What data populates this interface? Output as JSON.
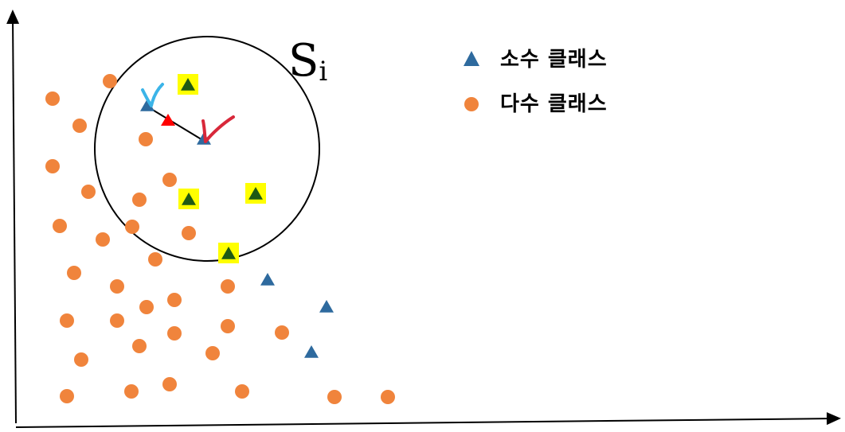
{
  "diagram": {
    "neighborhood_label": "S",
    "neighborhood_label_sub": "i"
  },
  "legend": {
    "items": [
      {
        "label": "소수 클래스",
        "marker": "triangle",
        "color": "#2e6a9e"
      },
      {
        "label": "다수 클래스",
        "marker": "circle",
        "color": "#f0843c"
      }
    ]
  },
  "colors": {
    "minority": "#2e6a9e",
    "majority": "#f0843c",
    "synthetic": "#ff0000",
    "neighbor_fill": "#1f5a14",
    "neighbor_highlight": "#ffff00",
    "pen_blue": "#3bb4e8",
    "pen_red": "#d8283a",
    "axis": "#000000"
  }
}
